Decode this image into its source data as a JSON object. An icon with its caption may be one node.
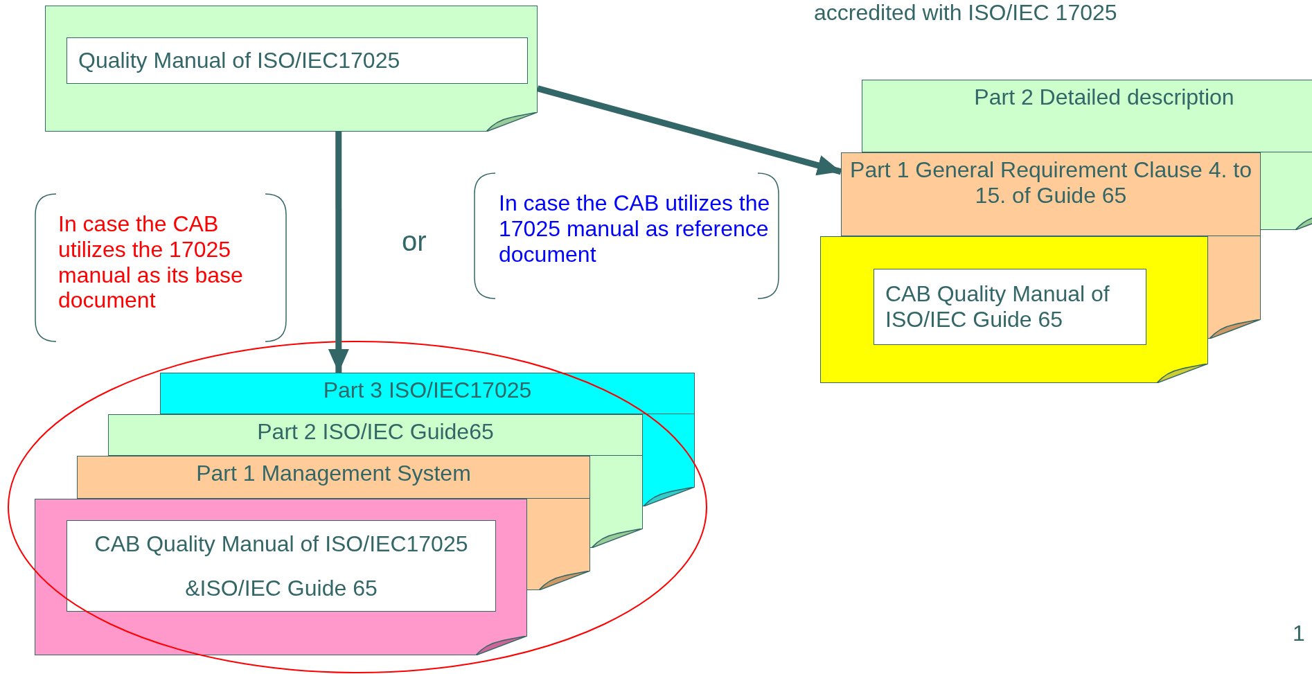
{
  "diagram": {
    "nodes": [
      {
        "text": [],
        "shape": "box"
      },
      {
        "text": [
          "Quality Manual of ISO/IEC17025"
        ],
        "in": 0
      },
      {
        "text": [
          "Part 2 Detailed description"
        ]
      },
      {
        "text": [
          "Part 1 General Requirement Clause 4. to 15. of Guide 65"
        ]
      },
      {
        "text": [],
        "shape": "box"
      },
      {
        "text": [
          "CAB Quality Manual of ISO/IEC Guide 65"
        ],
        "in": 4
      },
      {
        "text": [
          "Part 3 ISO/IEC17025"
        ]
      },
      {
        "text": [
          "Part 2  ISO/IEC Guide65"
        ]
      },
      {
        "text": [
          "Part 1 Management System"
        ]
      },
      {
        "text": [],
        "shape": "box"
      },
      {
        "text": [
          "CAB Quality Manual of ISO/IEC17025 &ISO/IEC Guide 65"
        ],
        "in": 9
      }
    ],
    "edges": [
      {
        "from": 0,
        "to": 3,
        "arrow": "to"
      },
      {
        "from": 0,
        "to": 6,
        "arrow": "to"
      }
    ],
    "labels": [
      "accredited with ISO/IEC 17025",
      "In case the CAB utilizes the 17025 manual as its base document",
      "or",
      "In case the CAB utilizes the 17025 manual as reference document",
      "1"
    ]
  }
}
